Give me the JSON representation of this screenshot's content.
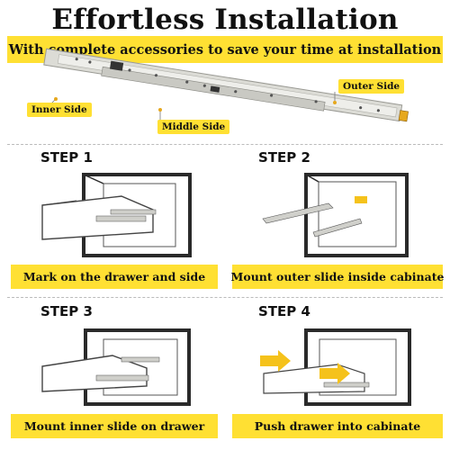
{
  "header": {
    "title": "Effortless Installation",
    "subtitle": "With complete accessories to save your time at installation"
  },
  "slide_labels": {
    "inner": "Inner Side",
    "middle": "Middle Side",
    "outer": "Outer Side"
  },
  "steps": [
    {
      "label": "STEP 1",
      "caption": "Mark on the drawer and side"
    },
    {
      "label": "STEP 2",
      "caption": "Mount outer slide inside cabinate"
    },
    {
      "label": "STEP 3",
      "caption": "Mount inner slide on drawer"
    },
    {
      "label": "STEP 4",
      "caption": "Push drawer into cabinate"
    }
  ],
  "colors": {
    "accent_yellow": "#ffe033",
    "arrow_yellow": "#f5c21b",
    "slide_metal": "#d7d7d2",
    "cabinet_dark": "#2a2a2a"
  }
}
